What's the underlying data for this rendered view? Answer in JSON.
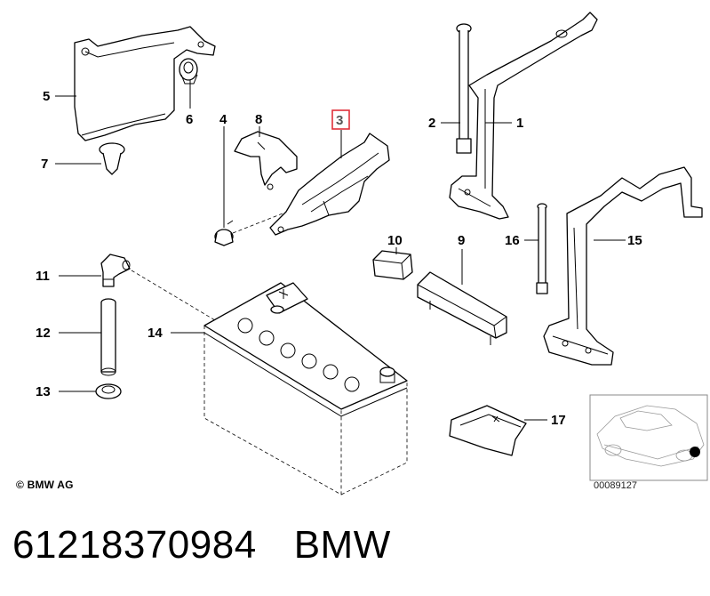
{
  "diagram": {
    "callouts": [
      "1",
      "2",
      "3",
      "4",
      "5",
      "6",
      "7",
      "8",
      "9",
      "10",
      "11",
      "12",
      "13",
      "14",
      "15",
      "16",
      "17"
    ],
    "highlighted_callout": "3",
    "highlight_color": "#e0303a"
  },
  "copyright": "© BMW AG",
  "inset": {
    "code": "00089127"
  },
  "footer": {
    "part_number": "61218370984",
    "brand": "BMW"
  }
}
